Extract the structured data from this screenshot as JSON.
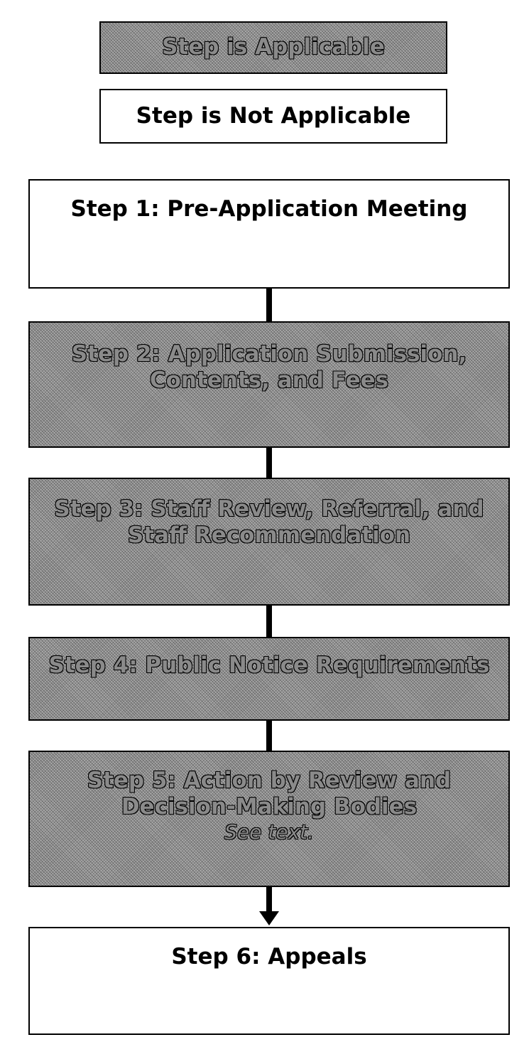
{
  "legend": {
    "applicable": "Step is Applicable",
    "not_applicable": "Step is Not Applicable"
  },
  "steps": [
    {
      "title": "Step 1: Pre-Application Meeting",
      "applicable": false
    },
    {
      "title_line1": "Step 2: Application Submission,",
      "title_line2": "Contents, and Fees",
      "applicable": true
    },
    {
      "title_line1": "Step 3: Staff Review, Referral, and",
      "title_line2": "Staff Recommendation",
      "applicable": true
    },
    {
      "title": "Step 4: Public Notice Requirements",
      "applicable": true
    },
    {
      "title_line1": "Step 5: Action by Review and",
      "title_line2": "Decision-Making Bodies",
      "note": "See text.",
      "applicable": true
    },
    {
      "title": "Step 6: Appeals",
      "applicable": false
    }
  ]
}
